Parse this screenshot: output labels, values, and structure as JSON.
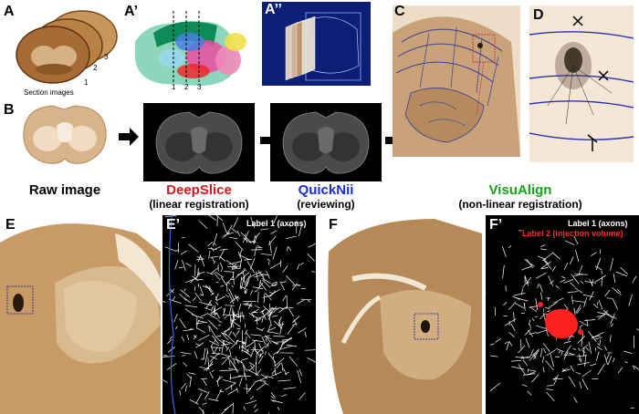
{
  "panels": {
    "A": {
      "label": "A",
      "caption": "Section images",
      "nums": [
        "1",
        "2",
        "3"
      ]
    },
    "A1": {
      "label": "A’",
      "nums": [
        "1",
        "2",
        "3"
      ]
    },
    "A2": {
      "label": "A’’"
    },
    "B": {
      "label": "B"
    },
    "C": {
      "label": "C"
    },
    "D": {
      "label": "D"
    },
    "E": {
      "label": "E"
    },
    "E1": {
      "label": "E’",
      "legend1": "Label 1 (axons)"
    },
    "F": {
      "label": "F"
    },
    "F1": {
      "label": "F’",
      "legend1": "Label 1 (axons)",
      "legend2": "Label 2 (injection volume)"
    }
  },
  "workflow": {
    "raw": {
      "name": "Raw image"
    },
    "deepslice": {
      "name": "DeepSlice",
      "sub": "(linear registration)",
      "color": "#d7191c"
    },
    "quicknii": {
      "name": "QuickNii",
      "sub": "(reviewing)",
      "color": "#1a2ccf"
    },
    "visualign": {
      "name": "VisuAlign",
      "sub": "(non-linear registration)",
      "color": "#12a51a"
    }
  }
}
